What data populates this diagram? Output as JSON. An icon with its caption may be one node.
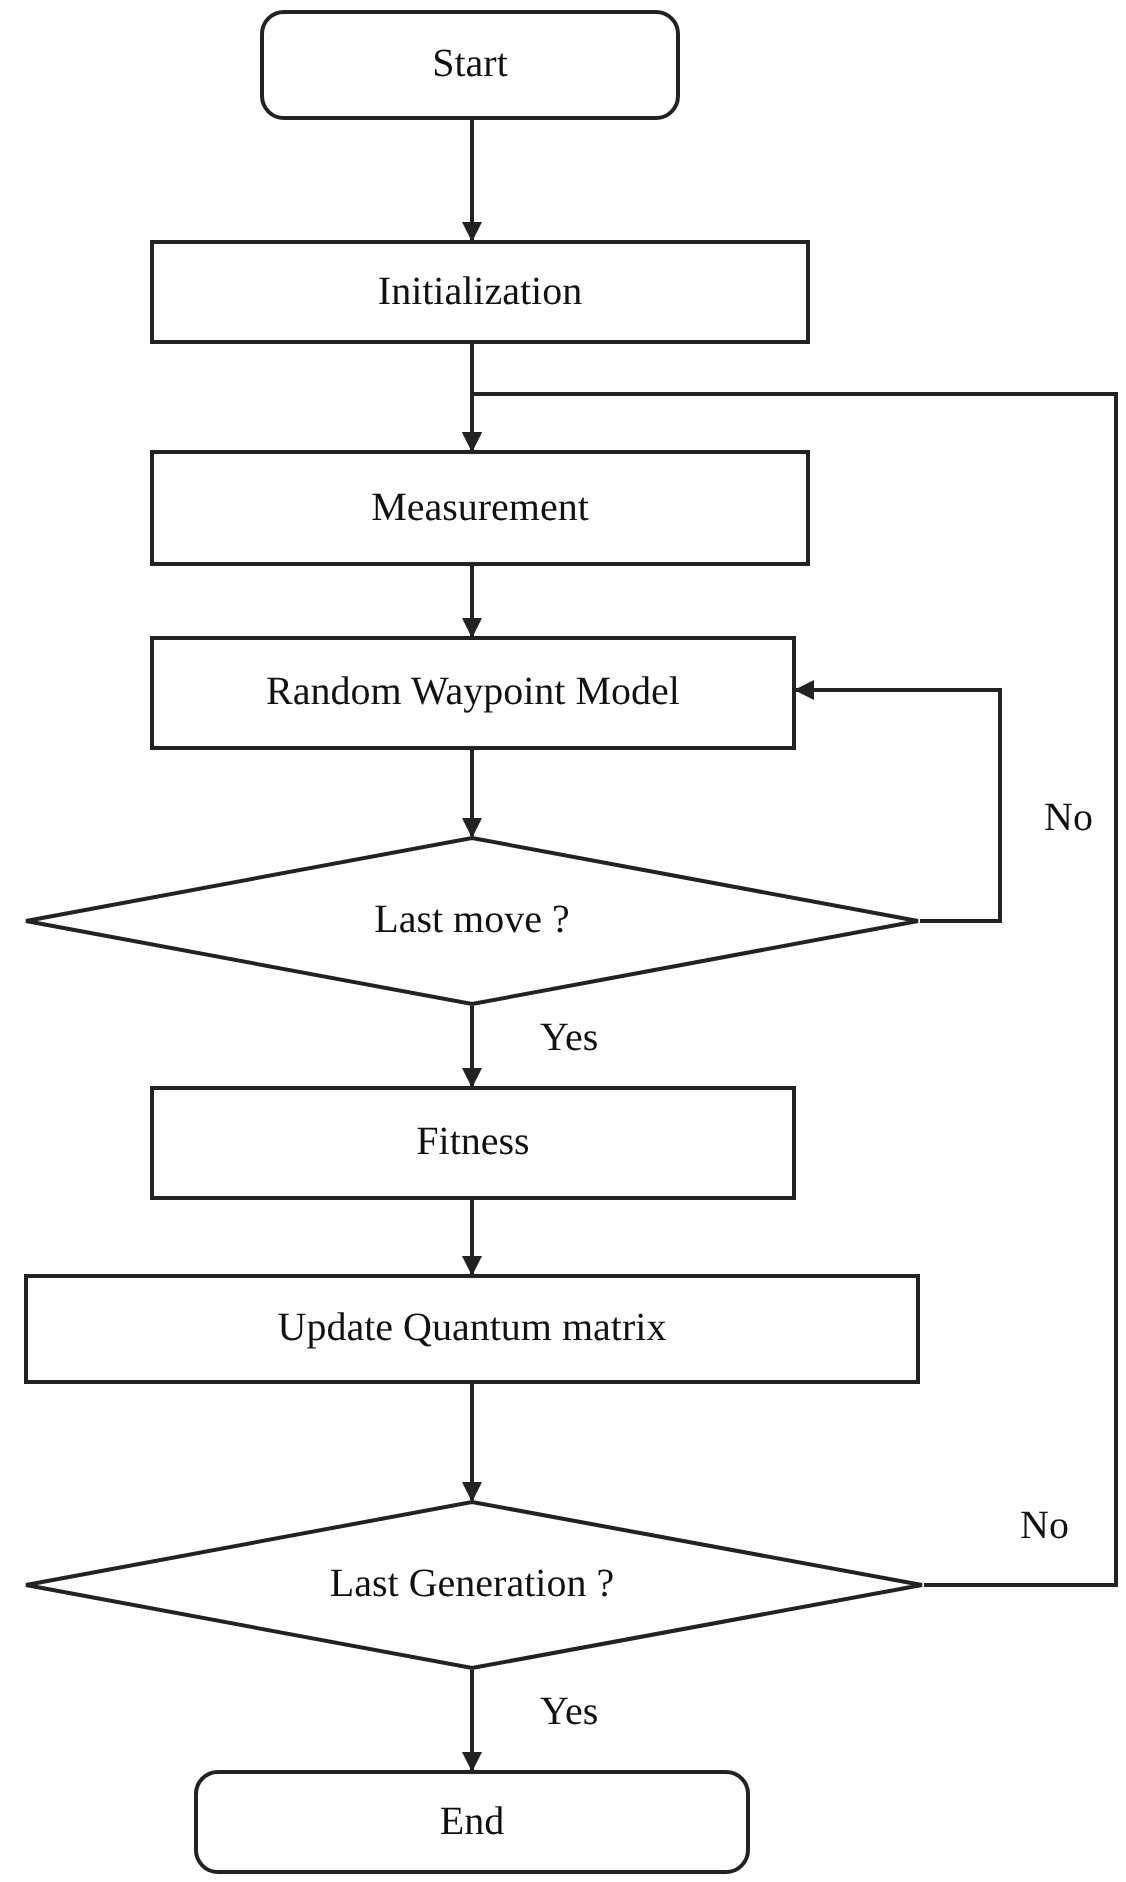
{
  "diagram": {
    "nodes": [
      {
        "text": [
          "Start"
        ]
      },
      {
        "text": [
          "Initialization"
        ]
      },
      {
        "text": [
          "Measurement"
        ]
      },
      {
        "text": [
          "Random Waypoint Model"
        ]
      },
      {
        "text": [
          "Last move ?"
        ]
      },
      {
        "text": [
          "Fitness"
        ]
      },
      {
        "text": [
          "Update Quantum matrix"
        ]
      },
      {
        "text": [
          "Last Generation ?"
        ]
      },
      {
        "text": [
          "End"
        ]
      }
    ],
    "edges": [
      {
        "from": 0,
        "to": 1,
        "arrow": "to"
      },
      {
        "from": 1,
        "to": 2,
        "arrow": "to"
      },
      {
        "from": 2,
        "to": 3,
        "arrow": "to"
      },
      {
        "from": 3,
        "to": 4,
        "arrow": "to"
      },
      {
        "from": 4,
        "to": 3,
        "arrow": "to",
        "label": "No"
      },
      {
        "from": 4,
        "to": 5,
        "arrow": "to",
        "label": "Yes"
      },
      {
        "from": 5,
        "to": 6,
        "arrow": "to"
      },
      {
        "from": 6,
        "to": 7,
        "arrow": "to"
      },
      {
        "from": 7,
        "to": 8,
        "arrow": "to",
        "label": "Yes"
      },
      {
        "from": 7,
        "to": 2,
        "arrow": "to",
        "label": "No"
      }
    ]
  }
}
